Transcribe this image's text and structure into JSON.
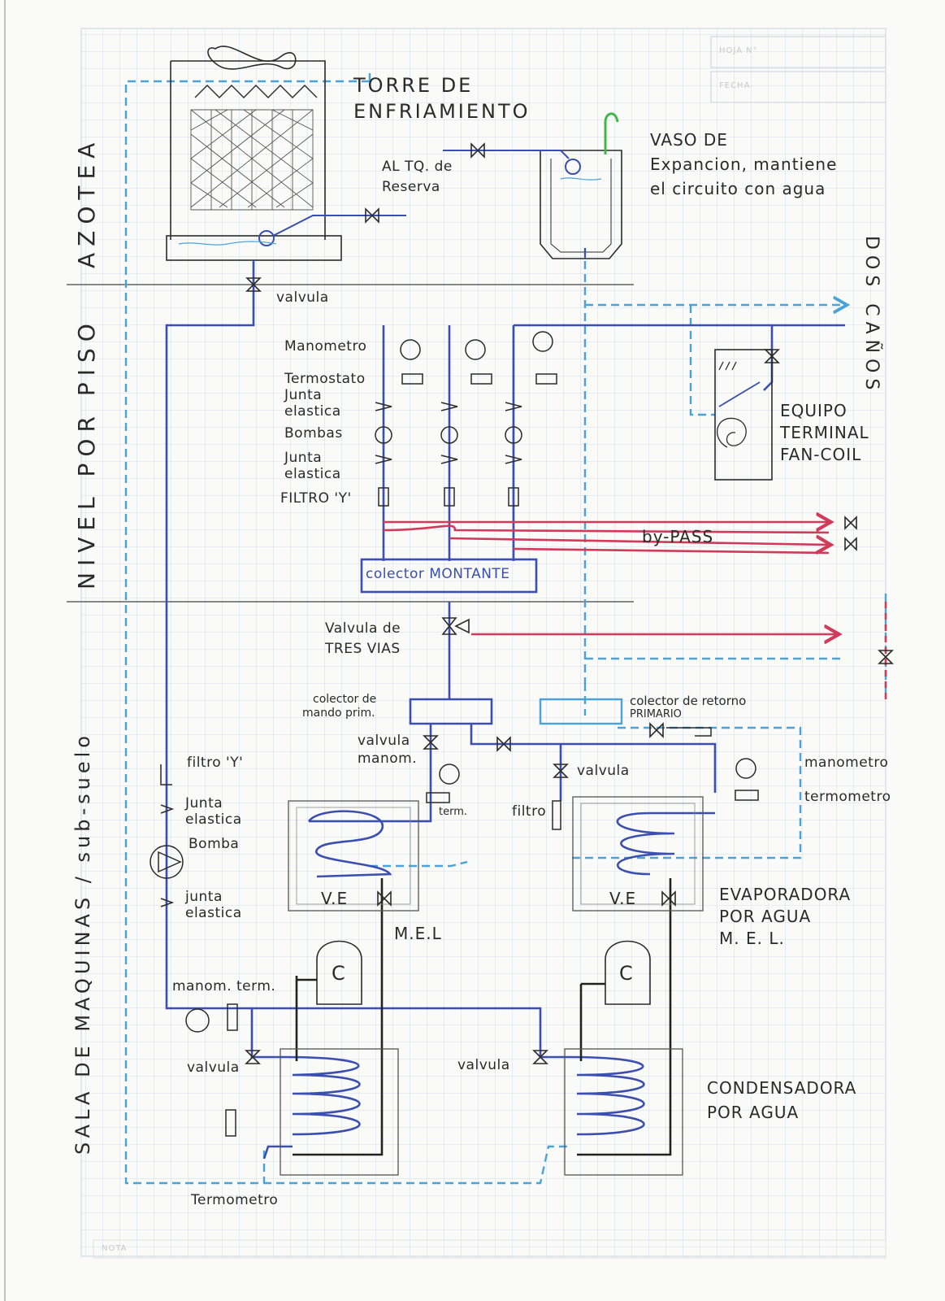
{
  "header": {
    "sheet_label": "HOJA N°",
    "date_label": "FECHA"
  },
  "footer": {
    "note_label": "NOTA"
  },
  "zones": {
    "roof": "AZOTEA",
    "floor": "NIVEL POR PISO",
    "basement": "SALA DE MAQUINAS / sub-suelo"
  },
  "labels": {
    "cooling_tower_1": "TORRE DE",
    "cooling_tower_2": "ENFRIAMIENTO",
    "reserve_tank_1": "AL TQ. de",
    "reserve_tank_2": "Reserva",
    "expansion_1": "VASO DE",
    "expansion_2": "Expancion, mantiene",
    "expansion_3": "el circuito con agua",
    "two_pipes": "DOS CAÑOS",
    "valve_top": "valvula",
    "manometer": "Manometro",
    "thermostat": "Termostato",
    "elastic_joint_1a": "Junta",
    "elastic_joint_1b": "elastica",
    "pumps": "Bombas",
    "elastic_joint_2a": "Junta",
    "elastic_joint_2b": "elastica",
    "y_filter": "FILTRO 'Y'",
    "fan_coil_1": "EQUIPO",
    "fan_coil_2": "TERMINAL",
    "fan_coil_3": "FAN-COIL",
    "bypass": "by-PASS",
    "riser_collector": "colector MONTANTE",
    "three_way_1": "Valvula de",
    "three_way_2": "TRES VIAS",
    "supply_collector_1": "colector de",
    "supply_collector_2": "mando prim.",
    "return_collector_1": "colector de retorno",
    "return_collector_2": "PRIMARIO",
    "valve_manom_1": "valvula",
    "valve_manom_2": "manom.",
    "valve_mid": "valvula",
    "term_small": "term.",
    "filter_small": "filtro",
    "manometer_right": "manometro",
    "thermometer_right": "termometro",
    "filter_left": "filtro 'Y'",
    "elastic_joint_3a": "Junta",
    "elastic_joint_3b": "elastica",
    "pump_left": "Bomba",
    "elastic_joint_4a": "junta",
    "elastic_joint_4b": "elastica",
    "ve_left": "V.E",
    "ve_right": "V.E",
    "mel_left": "M.E.L",
    "evaporator_1": "EVAPORADORA",
    "evaporator_2": "POR AGUA",
    "evaporator_3": "M. E. L.",
    "compressor_left": "C",
    "compressor_right": "C",
    "manom_term": "manom. term.",
    "valve_bottom_left": "valvula",
    "valve_bottom_mid": "valvula",
    "condenser_1": "CONDENSADORA",
    "condenser_2": "POR AGUA",
    "thermometer_bottom": "Termometro"
  },
  "colors": {
    "grid": "#c9d3e6",
    "pipe_blue": "#3a4fb0",
    "pipe_dashed": "#4aa3d8",
    "pipe_red": "#d23a5a",
    "pencil": "#2b2b2b",
    "dark_pipe": "#222222"
  }
}
